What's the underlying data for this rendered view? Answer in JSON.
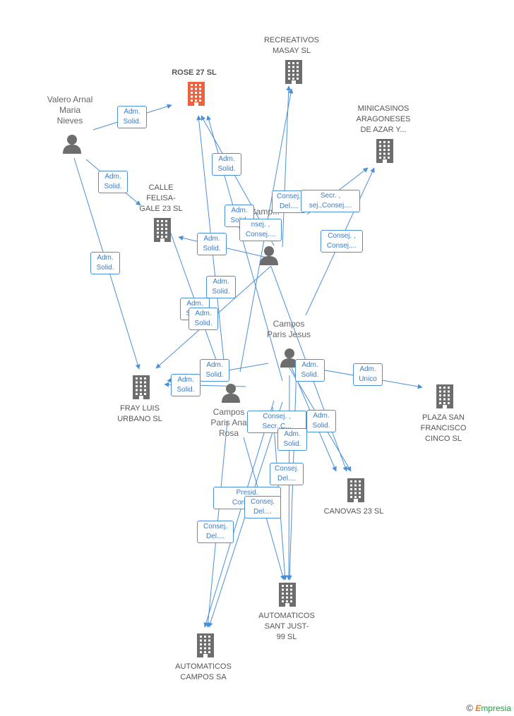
{
  "nodes": {
    "rose": {
      "label_lines": [
        "ROSE 27 SL"
      ]
    },
    "recreativos": {
      "label_lines": [
        "RECREATIVOS",
        "MASAY SL"
      ]
    },
    "minicasinos": {
      "label_lines": [
        "MINICASINOS",
        "ARAGONESES",
        "DE AZAR Y..."
      ]
    },
    "calle": {
      "label_lines": [
        "CALLE",
        "FELISA-",
        "GALE 23 SL"
      ]
    },
    "fray": {
      "label_lines": [
        "FRAY LUIS",
        "URBANO SL"
      ]
    },
    "plaza": {
      "label_lines": [
        "PLAZA SAN",
        "FRANCISCO",
        "CINCO SL"
      ]
    },
    "canovas": {
      "label_lines": [
        "CANOVAS 23 SL"
      ]
    },
    "sant_just": {
      "label_lines": [
        "AUTOMATICOS",
        "SANT JUST-",
        "99 SL"
      ]
    },
    "campos_sa": {
      "label_lines": [
        "AUTOMATICOS",
        "CAMPOS SA"
      ]
    },
    "valero": {
      "label_lines": [
        "Valero Arnal",
        "Maria",
        "Nieves"
      ]
    },
    "campos_p1": {
      "label_lines": [
        "Camp..."
      ]
    },
    "jesus": {
      "label_lines": [
        "Campos",
        "Paris Jesus"
      ]
    },
    "ana": {
      "label_lines": [
        "Campos",
        "Paris Ana",
        "Rosa"
      ]
    }
  },
  "relations": [
    {
      "id": "r1",
      "lines": [
        "Adm.",
        "Solid."
      ]
    },
    {
      "id": "r2",
      "lines": [
        "Adm.",
        "Solid."
      ]
    },
    {
      "id": "r3",
      "lines": [
        "Adm.",
        "Solid."
      ]
    },
    {
      "id": "r4",
      "lines": [
        "Adm.",
        "Solid."
      ]
    },
    {
      "id": "r5",
      "lines": [
        "Consej.",
        "Del...."
      ]
    },
    {
      "id": "r6",
      "lines": [
        "Secr. ,",
        "sej.,Consej...."
      ]
    },
    {
      "id": "r7",
      "lines": [
        "Adm.",
        "Solid."
      ]
    },
    {
      "id": "r8",
      "lines": [
        "nsej. ,",
        "Consej...."
      ]
    },
    {
      "id": "r9",
      "lines": [
        "Adm.",
        "Solid."
      ]
    },
    {
      "id": "r10",
      "lines": [
        "Consej. ,",
        "Consej...."
      ]
    },
    {
      "id": "r11",
      "lines": [
        "Adm.",
        "Solid."
      ]
    },
    {
      "id": "r12",
      "lines": [
        "Adm.",
        "Solid."
      ]
    },
    {
      "id": "r13",
      "lines": [
        "Adm.",
        "Solid."
      ]
    },
    {
      "id": "r14",
      "lines": [
        "Adm.",
        "Solid."
      ]
    },
    {
      "id": "r15",
      "lines": [
        "Adm.",
        "Solid."
      ]
    },
    {
      "id": "r16",
      "lines": [
        "Adm.",
        "Solid."
      ]
    },
    {
      "id": "r17",
      "lines": [
        "Adm.",
        "Unico"
      ]
    },
    {
      "id": "r18",
      "lines": [
        "Consej. ,",
        "Secr.,C..."
      ]
    },
    {
      "id": "r19",
      "lines": [
        "Adm.",
        "Solid."
      ]
    },
    {
      "id": "r20",
      "lines": [
        "Adm.",
        "Solid."
      ]
    },
    {
      "id": "r21",
      "lines": [
        "Consej.",
        "Del...."
      ]
    },
    {
      "id": "r22",
      "lines": [
        "Presid.",
        "Consej...."
      ]
    },
    {
      "id": "r23",
      "lines": [
        "Consej.",
        "Del...."
      ]
    },
    {
      "id": "r24",
      "lines": [
        "Consej.",
        "Del...."
      ]
    }
  ],
  "footer": {
    "copyright": "©",
    "brand_first": "E",
    "brand_rest": "mpresia"
  },
  "colors": {
    "edge": "#4a90d9",
    "building": "#6d6d6d",
    "main_building": "#f0603a",
    "person": "#6d6d6d"
  }
}
